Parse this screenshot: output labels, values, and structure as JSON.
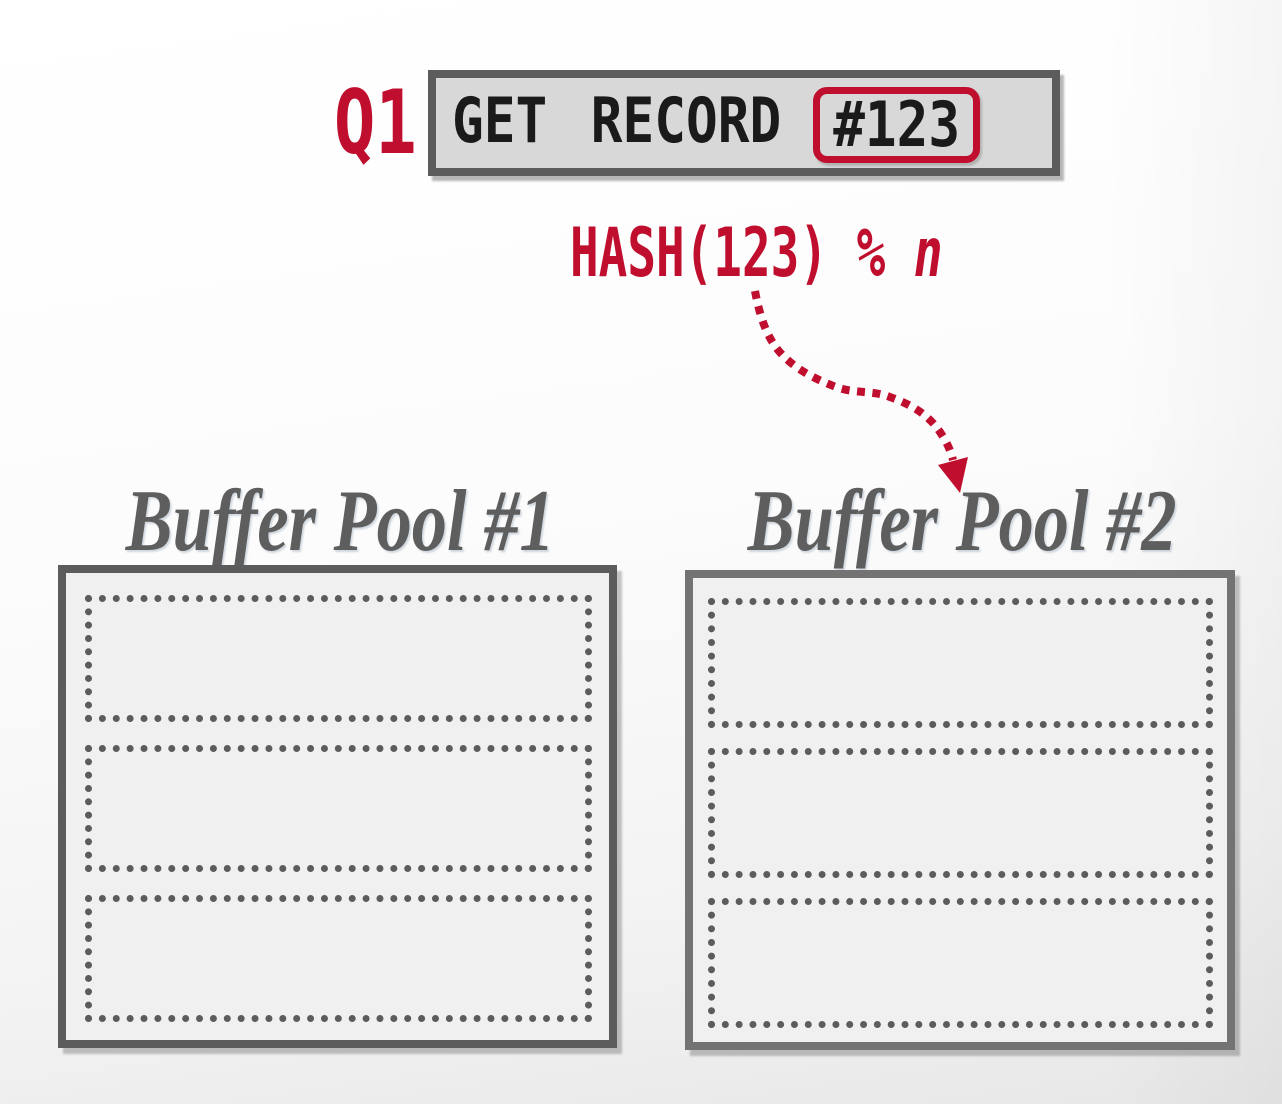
{
  "query": {
    "id_label": "Q1",
    "command": "GET RECORD",
    "argument": "#123"
  },
  "hash_function": {
    "expression": "HASH(123) % ",
    "variable": "n"
  },
  "pools": [
    {
      "title": "Buffer Pool #1",
      "frame_count": 3
    },
    {
      "title": "Buffer Pool #2",
      "frame_count": 3
    }
  ],
  "colors": {
    "accent_red": "#C00F2E",
    "border_gray": "#5C5C5C",
    "border_gray_light": "#737373",
    "query_box_fill": "#D8D8D8",
    "pool_fill": "#F0F0F0",
    "title_gray": "#5E5E5E",
    "text_black": "#1A1A1A"
  }
}
